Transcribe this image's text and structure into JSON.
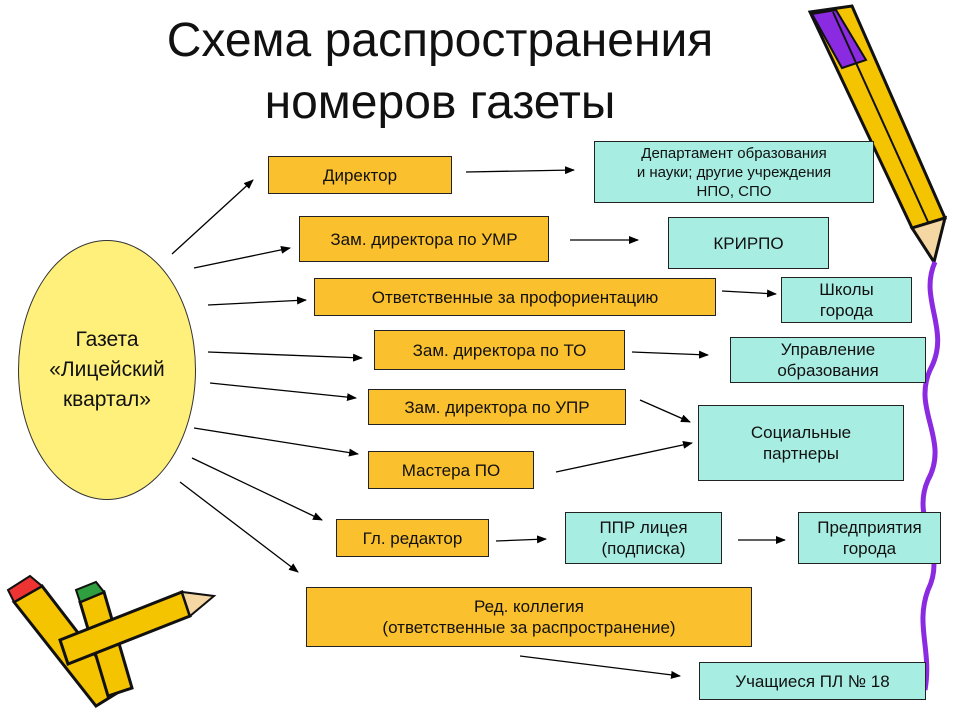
{
  "title": {
    "line1": "Схема распространения",
    "line2": "номеров газеты"
  },
  "center": {
    "line1": "Газета",
    "line2": "«Лицейский",
    "line3": "квартал»"
  },
  "nodes": {
    "director": "Директор",
    "dept_line1": "Департамент образования",
    "dept_line2": "и науки; другие учреждения",
    "dept_line3": "НПО, СПО",
    "deputy_umr": "Зам. директора по УМР",
    "kripo": "КРИРПО",
    "career": "Ответственные за профориентацию",
    "schools_line1": "Школы",
    "schools_line2": "города",
    "deputy_to": "Зам. директора по ТО",
    "admin_line1": "Управление",
    "admin_line2": "образования",
    "deputy_upr": "Зам. директора по УПР",
    "partners_line1": "Социальные",
    "partners_line2": "партнеры",
    "masters": "Мастера ПО",
    "editor": "Гл. редактор",
    "ppr_line1": "ППР лицея",
    "ppr_line2": "(подписка)",
    "enterprises_line1": "Предприятия",
    "enterprises_line2": "города",
    "board_line1": "Ред. коллегия",
    "board_line2": "(ответственные за распространение)",
    "students": "Учащиеся ПЛ № 18"
  },
  "colors": {
    "orange": "#fbc02d",
    "teal": "#a8ede2",
    "ellipse": "#fff07c",
    "pencil_yellow": "#f5c400",
    "pencil_purple": "#8a2be2"
  }
}
